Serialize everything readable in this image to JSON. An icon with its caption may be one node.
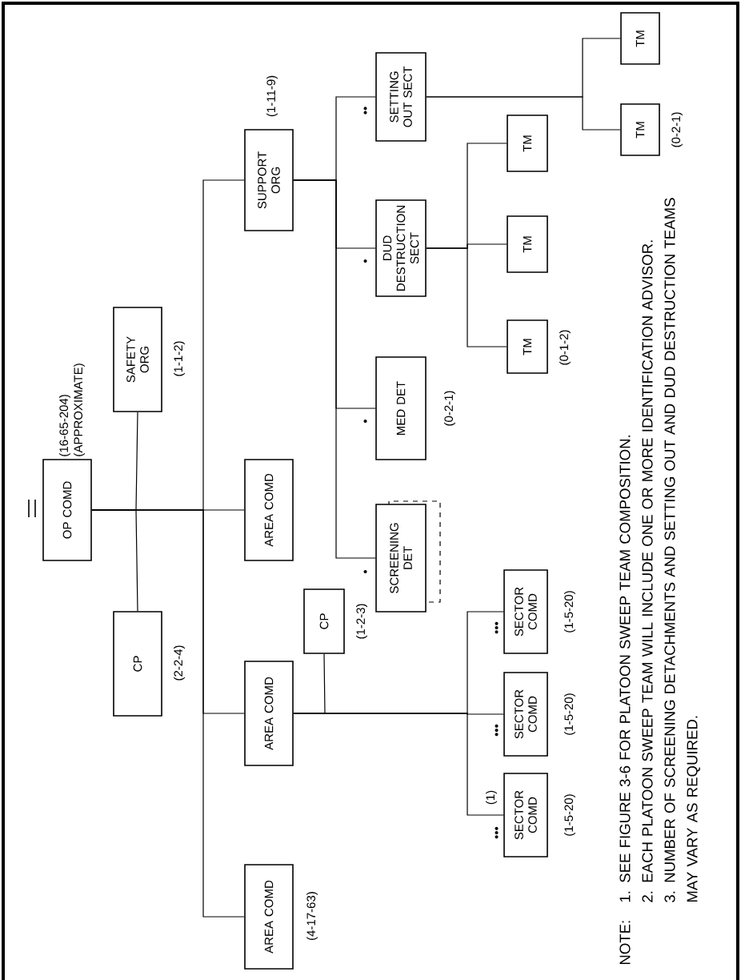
{
  "diagram": {
    "nodes": [
      {
        "text": [
          "OP COMD"
        ],
        "beside": [
          "(16-65-204) (APPROXIMATE)"
        ]
      },
      {
        "text": [
          "SAFETY ORG"
        ],
        "beside": [
          "(1-1-2)"
        ]
      },
      {
        "text": [
          "CP"
        ],
        "beside": [
          "(2-2-4)"
        ]
      },
      {
        "text": [
          "AREA COMD"
        ],
        "beside": [
          "(4-17-63)"
        ]
      },
      {
        "text": [
          "AREA COMD"
        ]
      },
      {
        "text": [
          "AREA COMD"
        ]
      },
      {
        "text": [
          "SUPPORT ORG"
        ],
        "beside": [
          "(1-11-9)"
        ]
      },
      {
        "text": [
          "CP"
        ],
        "beside": [
          "(1-2-3)"
        ]
      },
      {
        "text": [
          "SECTOR COMD"
        ],
        "beside": [
          "•••",
          "(1)",
          "(1-5-20)"
        ]
      },
      {
        "text": [
          "SECTOR COMD"
        ],
        "beside": [
          "•••",
          "(1-5-20)"
        ]
      },
      {
        "text": [
          "SECTOR COMD"
        ],
        "beside": [
          "•••",
          "(1-5-20)"
        ]
      },
      {
        "text": [
          "SCREENING DET"
        ],
        "beside": [
          "•"
        ]
      },
      {
        "text": [
          "MED DET"
        ],
        "beside": [
          "•",
          "(0-2-1)"
        ]
      },
      {
        "text": [
          "DUD DESTRUCTION SECT"
        ],
        "beside": [
          "•"
        ]
      },
      {
        "text": [
          "SETTING OUT SECT"
        ],
        "beside": [
          "••"
        ]
      },
      {
        "text": [
          "TM"
        ],
        "beside": [
          "(0-1-2)"
        ]
      },
      {
        "text": [
          "TM"
        ]
      },
      {
        "text": [
          "TM"
        ]
      },
      {
        "text": [
          "TM"
        ],
        "beside": [
          "(0-2-1)"
        ]
      },
      {
        "text": [
          "TM"
        ]
      }
    ],
    "edges": [
      {
        "from": 0,
        "to": 1,
        "arrow": "none"
      },
      {
        "from": 0,
        "to": 2,
        "arrow": "none"
      },
      {
        "from": 0,
        "to": 3,
        "arrow": "none"
      },
      {
        "from": 0,
        "to": 4,
        "arrow": "none"
      },
      {
        "from": 0,
        "to": 5,
        "arrow": "none"
      },
      {
        "from": 0,
        "to": 6,
        "arrow": "none"
      },
      {
        "from": 4,
        "to": 7,
        "arrow": "none"
      },
      {
        "from": 4,
        "to": 8,
        "arrow": "none"
      },
      {
        "from": 4,
        "to": 9,
        "arrow": "none"
      },
      {
        "from": 4,
        "to": 10,
        "arrow": "none"
      },
      {
        "from": 6,
        "to": 11,
        "arrow": "none"
      },
      {
        "from": 6,
        "to": 12,
        "arrow": "none"
      },
      {
        "from": 6,
        "to": 13,
        "arrow": "none"
      },
      {
        "from": 6,
        "to": 14,
        "arrow": "none"
      },
      {
        "from": 13,
        "to": 15,
        "arrow": "none"
      },
      {
        "from": 13,
        "to": 16,
        "arrow": "none"
      },
      {
        "from": 13,
        "to": 17,
        "arrow": "none"
      },
      {
        "from": 14,
        "to": 18,
        "arrow": "none"
      },
      {
        "from": 14,
        "to": 19,
        "arrow": "none"
      }
    ],
    "labels": [
      "NOTE:",
      "1. SEE FIGURE 3-6 FOR PLATOON SWEEP TEAM COMPOSITION.",
      "2. EACH PLATOON SWEEP TEAM WILL INCLUDE ONE OR MORE IDENTIFICATION ADVISOR.",
      "3. NUMBER OF SCREENING DETACHMENTS AND SETTING OUT AND DUD DESTRUCTION TEAMS MAY VARY AS REQUIRED."
    ]
  }
}
